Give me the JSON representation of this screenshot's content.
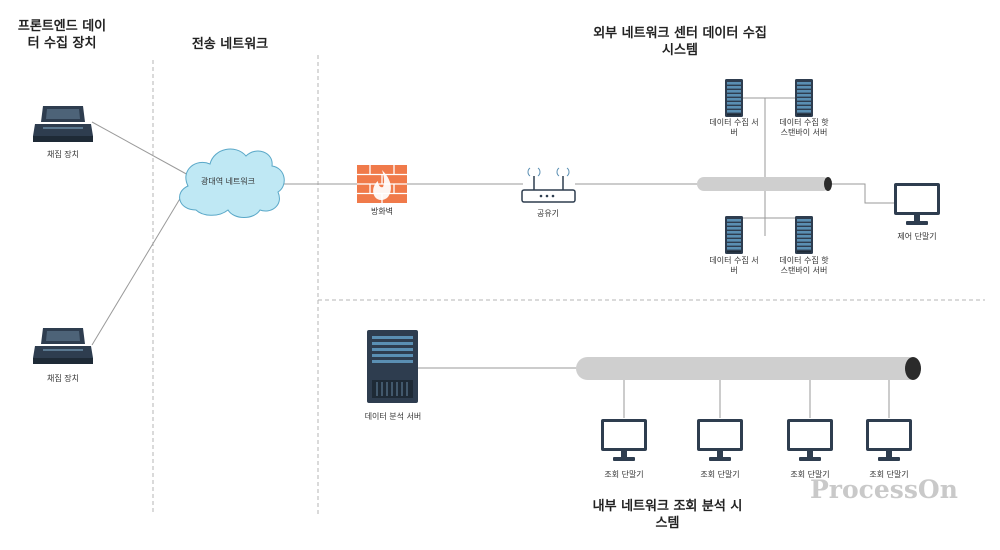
{
  "sections": {
    "frontend": "프론트엔드 데이터 수집 장치",
    "transport": "전송 네트워크",
    "external": "외부 네트워크 센터 데이터 수집 시스템",
    "internal": "내부 네트워크 조회 분석 시스템"
  },
  "nodes": {
    "collector_1": "채집 장치",
    "collector_2": "채집 장치",
    "cloud": "광대역 네트워크",
    "firewall": "방화벽",
    "router": "공유기",
    "server_top_1": "데이터 수집 서버",
    "server_top_2": "데이터 수집 핫 스탠바이 서버",
    "server_bottom_1": "데이터 수집 서버",
    "server_bottom_2": "데이터 수집 핫 스탠바이 서버",
    "control_terminal": "제어 단말기",
    "analysis_server": "데이터 분석 서버",
    "query_terminals": [
      "조회 단말기",
      "조회 단말기",
      "조회 단말기",
      "조회 단말기"
    ]
  },
  "watermark": "ProcessOn",
  "colors": {
    "device_dark": "#2e3d4f",
    "server_screen": "#5a8fb3",
    "cloud_fill": "#bfe8f4",
    "cloud_stroke": "#5aa8c8",
    "firewall": "#f07a4a",
    "bus_fill": "#cfcfcf",
    "line": "#9a9a9a",
    "divider": "#b5b5b5"
  }
}
